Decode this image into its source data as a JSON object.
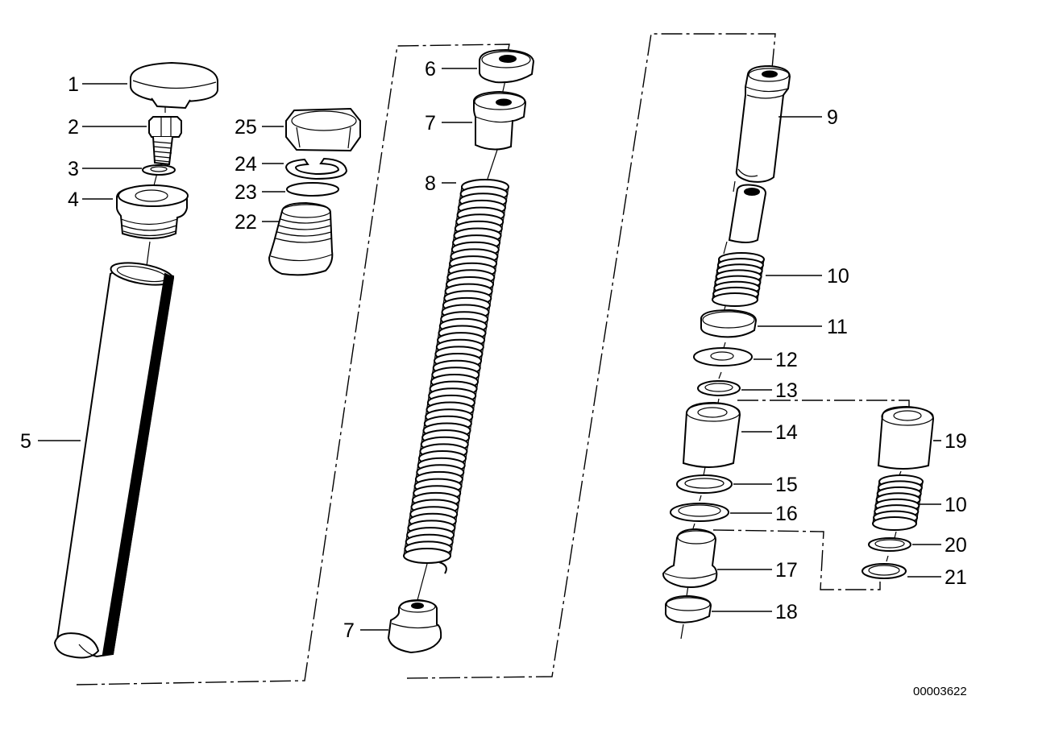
{
  "diagram": {
    "reference_number": "00003622",
    "callouts": [
      {
        "id": "c1",
        "text": "1"
      },
      {
        "id": "c2",
        "text": "2"
      },
      {
        "id": "c3",
        "text": "3"
      },
      {
        "id": "c4",
        "text": "4"
      },
      {
        "id": "c5",
        "text": "5"
      },
      {
        "id": "c6",
        "text": "6"
      },
      {
        "id": "c7a",
        "text": "7"
      },
      {
        "id": "c7b",
        "text": "7"
      },
      {
        "id": "c8",
        "text": "8"
      },
      {
        "id": "c9",
        "text": "9"
      },
      {
        "id": "c10a",
        "text": "10"
      },
      {
        "id": "c10b",
        "text": "10"
      },
      {
        "id": "c11",
        "text": "11"
      },
      {
        "id": "c12",
        "text": "12"
      },
      {
        "id": "c13",
        "text": "13"
      },
      {
        "id": "c14",
        "text": "14"
      },
      {
        "id": "c15",
        "text": "15"
      },
      {
        "id": "c16",
        "text": "16"
      },
      {
        "id": "c17",
        "text": "17"
      },
      {
        "id": "c18",
        "text": "18"
      },
      {
        "id": "c19",
        "text": "19"
      },
      {
        "id": "c20",
        "text": "20"
      },
      {
        "id": "c21",
        "text": "21"
      },
      {
        "id": "c22",
        "text": "22"
      },
      {
        "id": "c23",
        "text": "23"
      },
      {
        "id": "c24",
        "text": "24"
      },
      {
        "id": "c25",
        "text": "25"
      }
    ]
  }
}
